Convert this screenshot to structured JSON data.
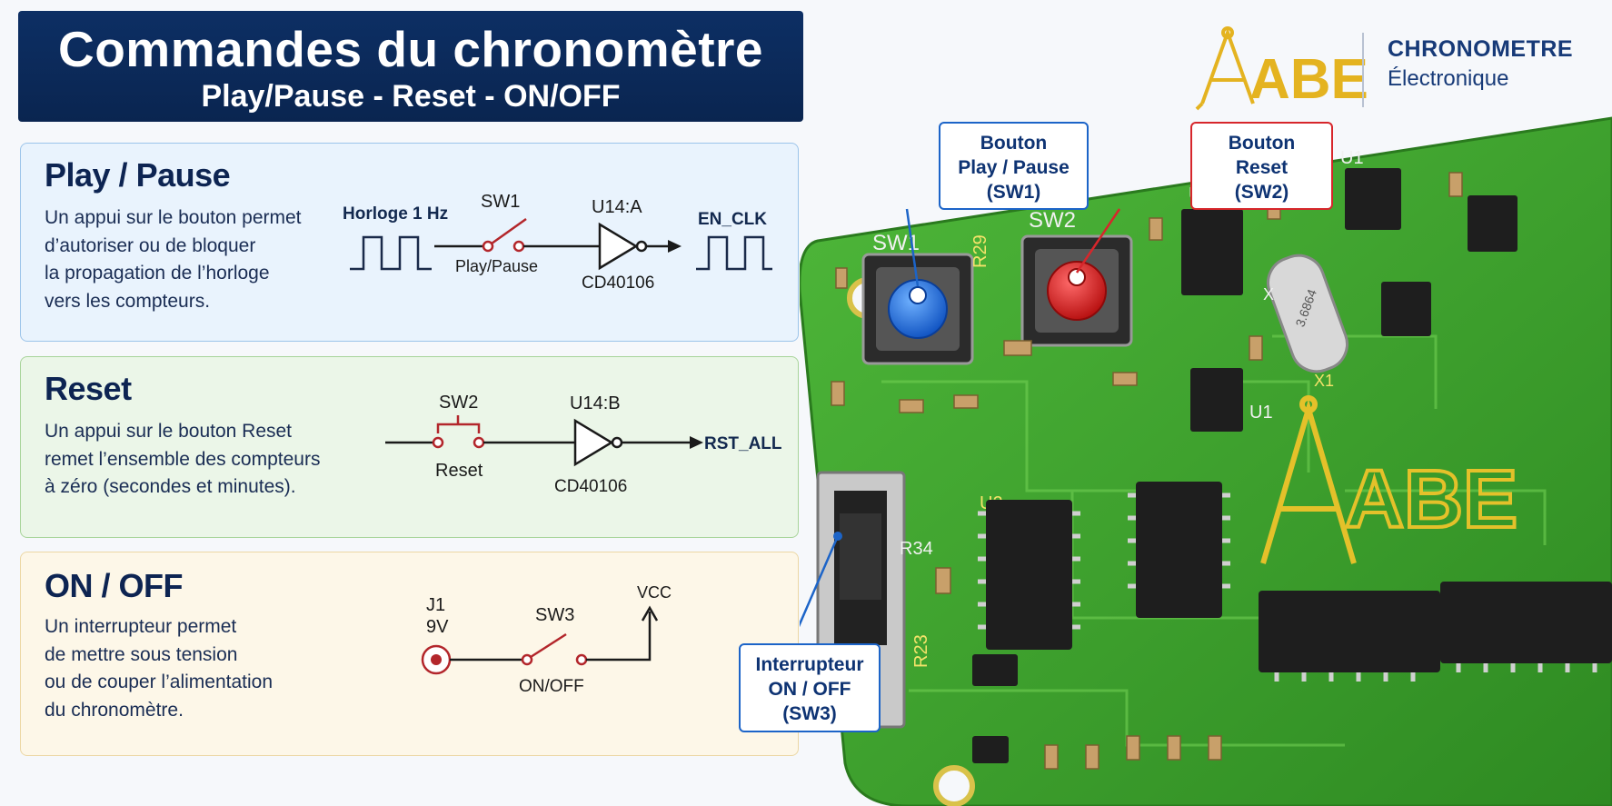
{
  "header": {
    "title": "Commandes du chronomètre",
    "subtitle": "Play/Pause - Reset - ON/OFF"
  },
  "brand": {
    "logo_text": "ABE",
    "name": "CHRONOMETRE",
    "tagline": "Électronique"
  },
  "cards": {
    "play": {
      "title": "Play / Pause",
      "desc": [
        "Un appui sur le bouton permet",
        "d’autoriser ou de bloquer",
        "la propagation de l’horloge",
        "vers les compteurs."
      ],
      "schema": {
        "input": "Horloge 1 Hz",
        "switch": "SW1",
        "switch_label": "Play/Pause",
        "gate": "U14:A",
        "gate_ref": "CD40106",
        "output": "EN_CLK"
      }
    },
    "reset": {
      "title": "Reset",
      "desc": [
        "Un appui sur le bouton Reset",
        "remet l’ensemble des compteurs",
        "à zéro (secondes et minutes)."
      ],
      "schema": {
        "switch": "SW2",
        "switch_label": "Reset",
        "gate": "U14:B",
        "gate_ref": "CD40106",
        "output": "RST_ALL"
      }
    },
    "onoff": {
      "title": "ON / OFF",
      "desc": [
        "Un interrupteur permet",
        "de mettre sous tension",
        "ou de couper l’alimentation",
        "du chronomètre."
      ],
      "schema": {
        "jack": "J1",
        "voltage": "9V",
        "switch": "SW3",
        "switch_label": "ON/OFF",
        "rail": "VCC"
      }
    }
  },
  "callouts": {
    "sw1": [
      "Bouton",
      "Play / Pause",
      "(SW1)"
    ],
    "sw2": [
      "Bouton",
      "Reset",
      "(SW2)"
    ],
    "sw3": [
      "Interrupteur",
      "ON / OFF",
      "(SW3)"
    ]
  },
  "pcb_labels": {
    "sw1": "SW1",
    "sw2": "SW2",
    "r29": "R29",
    "r34": "R34",
    "r23": "R23",
    "u1a": "U1",
    "u1b": "U1",
    "u1c": "U1",
    "u2": "U2",
    "x1": "X1",
    "x": "X",
    "crystal": "3.6864",
    "logo": "ABE"
  },
  "colors": {
    "header_bg": "#0d2f64",
    "pcb_green": "#3fa12c",
    "button_blue": "#1f6fe0",
    "button_red": "#e01b1b",
    "schematic_red": "#b3262b",
    "gold": "#e4b320"
  }
}
